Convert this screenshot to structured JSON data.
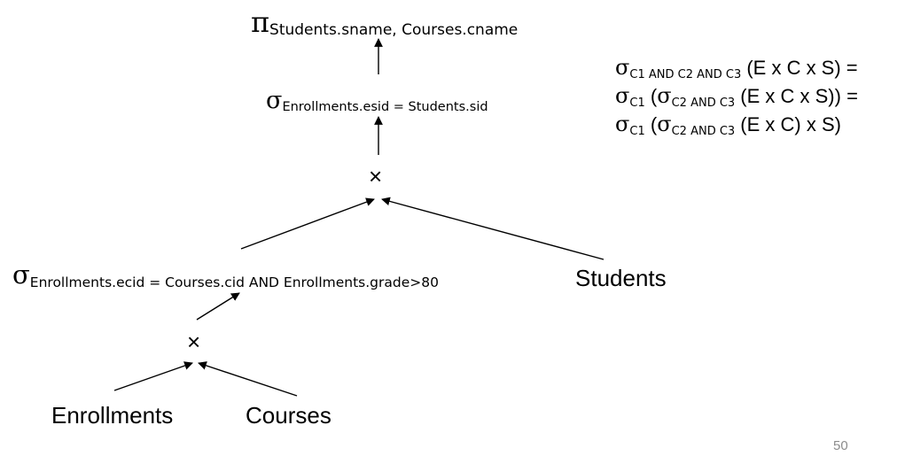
{
  "slide": {
    "page_number": "50"
  },
  "tree": {
    "projection": {
      "symbol": "π",
      "subscript": "Students.sname, Courses.cname"
    },
    "selection_top": {
      "symbol": "σ",
      "subscript": "Enrollments.esid = Students.sid"
    },
    "cross_top": {
      "symbol": "×"
    },
    "selection_left": {
      "symbol": "σ",
      "subscript": "Enrollments.ecid = Courses.cid AND Enrollments.grade>80"
    },
    "cross_bottom": {
      "symbol": "×"
    },
    "leaves": {
      "enrollments": "Enrollments",
      "courses": "Courses",
      "students": "Students"
    }
  },
  "equations": [
    {
      "parts": [
        {
          "t": "σ",
          "k": "g"
        },
        {
          "t": "C1 AND C2 AND C3",
          "k": "s"
        },
        {
          "t": " (E x C x S) =",
          "k": "n"
        }
      ]
    },
    {
      "parts": [
        {
          "t": "σ",
          "k": "g"
        },
        {
          "t": "C1",
          "k": "s"
        },
        {
          "t": " (",
          "k": "n"
        },
        {
          "t": "σ",
          "k": "g"
        },
        {
          "t": "C2  AND C3",
          "k": "s"
        },
        {
          "t": " (E x C x S)) =",
          "k": "n"
        }
      ]
    },
    {
      "parts": [
        {
          "t": "σ",
          "k": "g"
        },
        {
          "t": "C1",
          "k": "s"
        },
        {
          "t": " (",
          "k": "n"
        },
        {
          "t": "σ",
          "k": "g"
        },
        {
          "t": "C2  AND C3",
          "k": "s"
        },
        {
          "t": " (E x C) x S)",
          "k": "n"
        }
      ]
    }
  ]
}
